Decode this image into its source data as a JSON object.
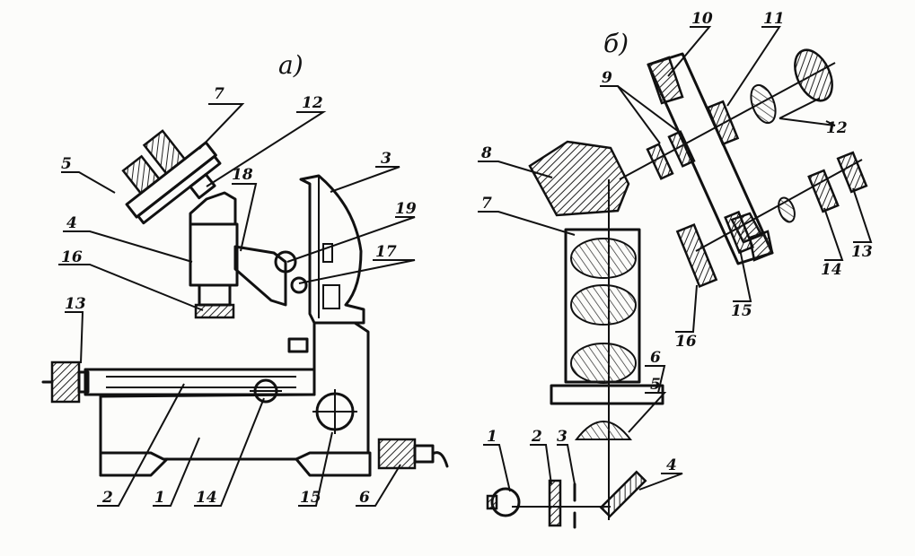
{
  "panels": [
    {
      "caption": "а)",
      "labels": [
        "1",
        "2",
        "3",
        "4",
        "5",
        "6",
        "7",
        "12",
        "13",
        "14",
        "15",
        "16",
        "17",
        "18",
        "19"
      ]
    },
    {
      "caption": "б)",
      "labels": [
        "1",
        "2",
        "3",
        "4",
        "5",
        "6",
        "7",
        "8",
        "9",
        "10",
        "11",
        "12",
        "13",
        "14",
        "15",
        "16"
      ]
    }
  ]
}
